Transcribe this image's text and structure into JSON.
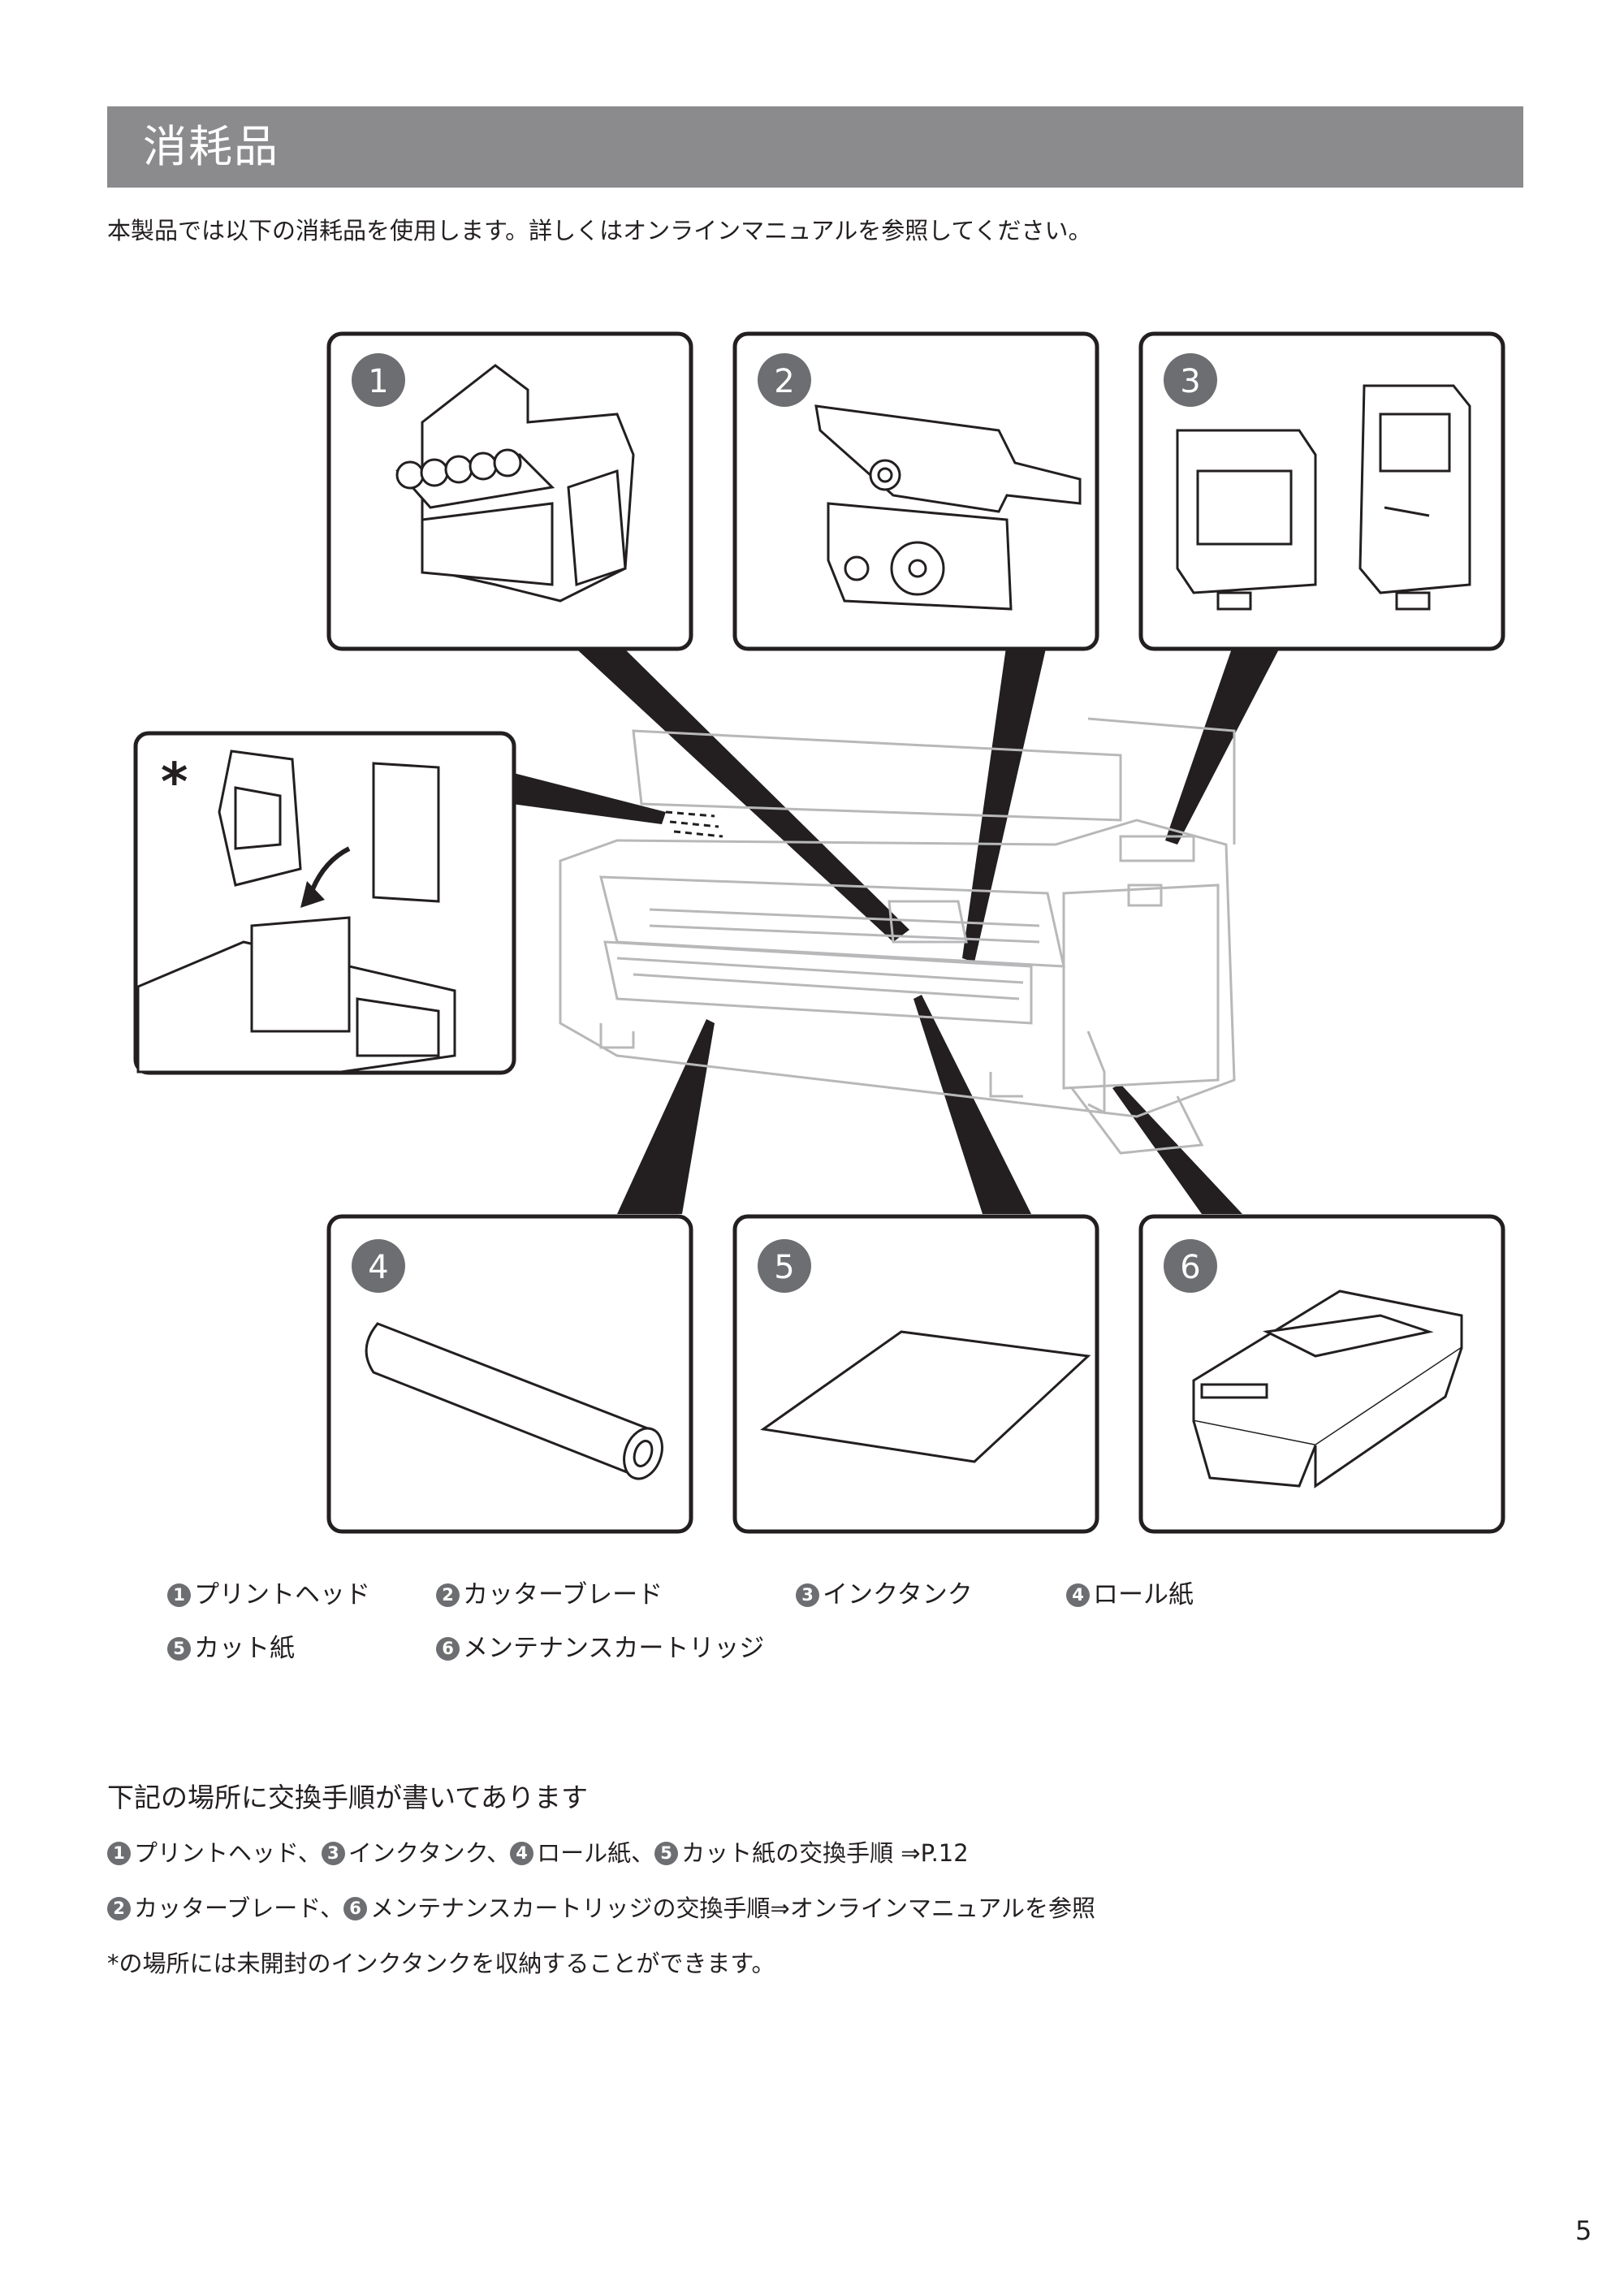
{
  "header": {
    "title": "消耗品"
  },
  "intro": "本製品では以下の消耗品を使用します。詳しくはオンラインマニュアルを参照してください。",
  "figure": {
    "badges": [
      "1",
      "2",
      "3",
      "4",
      "5",
      "6"
    ],
    "asterisk": "*"
  },
  "legend": [
    {
      "num": "1",
      "label": "プリントヘッド"
    },
    {
      "num": "2",
      "label": "カッターブレード"
    },
    {
      "num": "3",
      "label": "インクタンク"
    },
    {
      "num": "4",
      "label": "ロール紙"
    },
    {
      "num": "5",
      "label": "カット紙"
    },
    {
      "num": "6",
      "label": "メンテナンスカートリッジ"
    }
  ],
  "section": {
    "heading": "下記の場所に交換手順が書いてあります",
    "line1": {
      "n1": "1",
      "t1": "プリントヘッド、",
      "n2": "3",
      "t2": "インクタンク、",
      "n3": "4",
      "t3": "ロール紙、",
      "n4": "5",
      "t4": "カット紙の交換手順 ⇒P.12"
    },
    "line2": {
      "n1": "2",
      "t1": "カッターブレード、",
      "n2": "6",
      "t2": "メンテナンスカートリッジの交換手順⇒オンラインマニュアルを参照"
    },
    "note": "*の場所には未開封のインクタンクを収納することができます。"
  },
  "page_number": "5",
  "colors": {
    "header_band": "#8b8b8d",
    "badge": "#6d6e71",
    "text": "#231f20"
  }
}
